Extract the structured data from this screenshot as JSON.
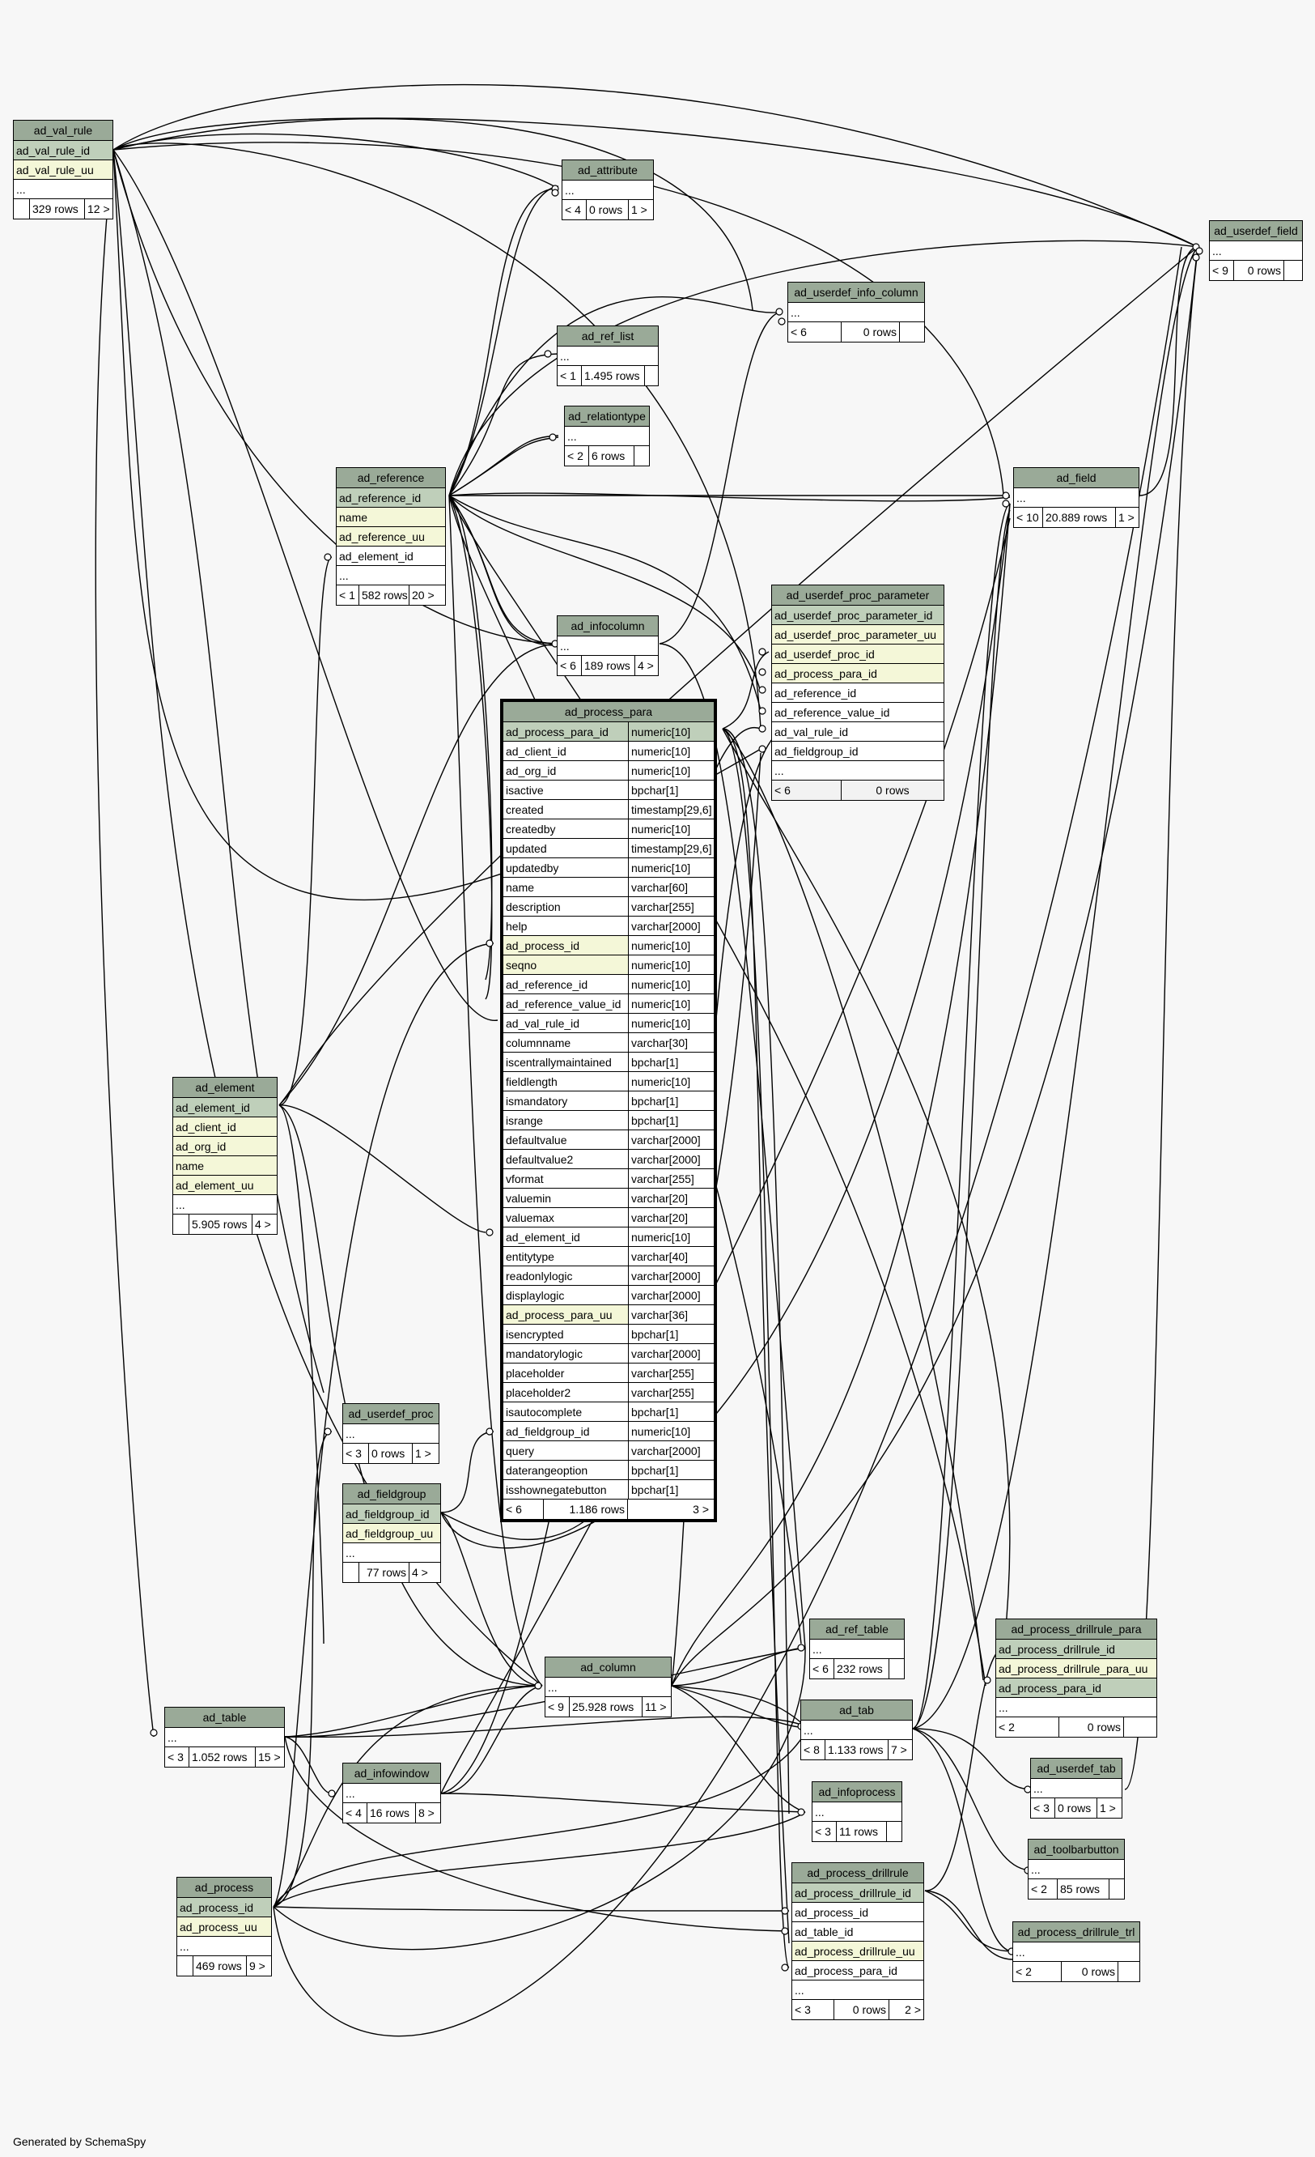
{
  "footer": "Generated by SchemaSpy",
  "colors": {
    "header": "#9aaa98",
    "primary_key": "#bfcfba",
    "indexed": "#f4f7d8",
    "background": "#f7f7f7"
  },
  "tables": {
    "ad_val_rule": {
      "name": "ad_val_rule",
      "pk": "ad_val_rule_id",
      "cols": [
        "ad_val_rule_uu"
      ],
      "more": "...",
      "foot": [
        "",
        "329 rows",
        "12 >"
      ]
    },
    "ad_attribute": {
      "name": "ad_attribute",
      "more": "...",
      "foot": [
        "< 4",
        "0 rows",
        "1 >"
      ]
    },
    "ad_userdef_field": {
      "name": "ad_userdef_field",
      "more": "...",
      "foot": [
        "< 9",
        "0 rows",
        ""
      ]
    },
    "ad_userdef_info_column": {
      "name": "ad_userdef_info_column",
      "more": "...",
      "foot": [
        "< 6",
        "0 rows",
        ""
      ]
    },
    "ad_ref_list": {
      "name": "ad_ref_list",
      "more": "...",
      "foot": [
        "< 1",
        "1.495 rows",
        ""
      ]
    },
    "ad_relationtype": {
      "name": "ad_relationtype",
      "more": "...",
      "foot": [
        "< 2",
        "6 rows",
        ""
      ]
    },
    "ad_reference": {
      "name": "ad_reference",
      "pk": "ad_reference_id",
      "cols": [
        "name",
        "ad_reference_uu",
        "ad_element_id"
      ],
      "more": "...",
      "foot": [
        "< 1",
        "582 rows",
        "20 >"
      ]
    },
    "ad_field": {
      "name": "ad_field",
      "more": "...",
      "foot": [
        "< 10",
        "20.889 rows",
        "1 >"
      ]
    },
    "ad_userdef_proc_parameter": {
      "name": "ad_userdef_proc_parameter",
      "pk": "ad_userdef_proc_parameter_id",
      "cols": [
        "ad_userdef_proc_parameter_uu",
        "ad_userdef_proc_id",
        "ad_process_para_id",
        "ad_reference_id",
        "ad_reference_value_id",
        "ad_val_rule_id",
        "ad_fieldgroup_id"
      ],
      "more": "...",
      "foot": [
        "< 6",
        "0 rows"
      ]
    },
    "ad_infocolumn": {
      "name": "ad_infocolumn",
      "more": "...",
      "foot": [
        "< 6",
        "189 rows",
        "4 >"
      ]
    },
    "ad_process_para": {
      "name": "ad_process_para",
      "columns": [
        [
          "ad_process_para_id",
          "numeric[10]"
        ],
        [
          "ad_client_id",
          "numeric[10]"
        ],
        [
          "ad_org_id",
          "numeric[10]"
        ],
        [
          "isactive",
          "bpchar[1]"
        ],
        [
          "created",
          "timestamp[29,6]"
        ],
        [
          "createdby",
          "numeric[10]"
        ],
        [
          "updated",
          "timestamp[29,6]"
        ],
        [
          "updatedby",
          "numeric[10]"
        ],
        [
          "name",
          "varchar[60]"
        ],
        [
          "description",
          "varchar[255]"
        ],
        [
          "help",
          "varchar[2000]"
        ],
        [
          "ad_process_id",
          "numeric[10]"
        ],
        [
          "seqno",
          "numeric[10]"
        ],
        [
          "ad_reference_id",
          "numeric[10]"
        ],
        [
          "ad_reference_value_id",
          "numeric[10]"
        ],
        [
          "ad_val_rule_id",
          "numeric[10]"
        ],
        [
          "columnname",
          "varchar[30]"
        ],
        [
          "iscentrallymaintained",
          "bpchar[1]"
        ],
        [
          "fieldlength",
          "numeric[10]"
        ],
        [
          "ismandatory",
          "bpchar[1]"
        ],
        [
          "isrange",
          "bpchar[1]"
        ],
        [
          "defaultvalue",
          "varchar[2000]"
        ],
        [
          "defaultvalue2",
          "varchar[2000]"
        ],
        [
          "vformat",
          "varchar[255]"
        ],
        [
          "valuemin",
          "varchar[20]"
        ],
        [
          "valuemax",
          "varchar[20]"
        ],
        [
          "ad_element_id",
          "numeric[10]"
        ],
        [
          "entitytype",
          "varchar[40]"
        ],
        [
          "readonlylogic",
          "varchar[2000]"
        ],
        [
          "displaylogic",
          "varchar[2000]"
        ],
        [
          "ad_process_para_uu",
          "varchar[36]"
        ],
        [
          "isencrypted",
          "bpchar[1]"
        ],
        [
          "mandatorylogic",
          "varchar[2000]"
        ],
        [
          "placeholder",
          "varchar[255]"
        ],
        [
          "placeholder2",
          "varchar[255]"
        ],
        [
          "isautocomplete",
          "bpchar[1]"
        ],
        [
          "ad_fieldgroup_id",
          "numeric[10]"
        ],
        [
          "query",
          "varchar[2000]"
        ],
        [
          "daterangeoption",
          "bpchar[1]"
        ],
        [
          "isshownegatebutton",
          "bpchar[1]"
        ]
      ],
      "foot": [
        "< 6",
        "1.186 rows",
        "3 >"
      ]
    },
    "ad_element": {
      "name": "ad_element",
      "pk": "ad_element_id",
      "cols": [
        "ad_client_id",
        "ad_org_id",
        "name",
        "ad_element_uu"
      ],
      "more": "...",
      "foot": [
        "",
        "5.905 rows",
        "4 >"
      ]
    },
    "ad_userdef_proc": {
      "name": "ad_userdef_proc",
      "more": "...",
      "foot": [
        "< 3",
        "0 rows",
        "1 >"
      ]
    },
    "ad_fieldgroup": {
      "name": "ad_fieldgroup",
      "pk": "ad_fieldgroup_id",
      "cols": [
        "ad_fieldgroup_uu"
      ],
      "more": "...",
      "foot": [
        "",
        "77 rows",
        "4 >"
      ]
    },
    "ad_ref_table": {
      "name": "ad_ref_table",
      "more": "...",
      "foot": [
        "< 6",
        "232 rows",
        ""
      ]
    },
    "ad_column": {
      "name": "ad_column",
      "more": "...",
      "foot": [
        "< 9",
        "25.928 rows",
        "11 >"
      ]
    },
    "ad_tab": {
      "name": "ad_tab",
      "more": "...",
      "foot": [
        "< 8",
        "1.133 rows",
        "7 >"
      ]
    },
    "ad_table": {
      "name": "ad_table",
      "more": "...",
      "foot": [
        "< 3",
        "1.052 rows",
        "15 >"
      ]
    },
    "ad_infowindow": {
      "name": "ad_infowindow",
      "more": "...",
      "foot": [
        "< 4",
        "16 rows",
        "8 >"
      ]
    },
    "ad_infoprocess": {
      "name": "ad_infoprocess",
      "more": "...",
      "foot": [
        "< 3",
        "11 rows",
        ""
      ]
    },
    "ad_process_drillrule_para": {
      "name": "ad_process_drillrule_para",
      "pk": "ad_process_drillrule_id",
      "cols": [
        "ad_process_drillrule_para_uu",
        "ad_process_para_id"
      ],
      "more": "...",
      "foot": [
        "< 2",
        "0 rows",
        ""
      ]
    },
    "ad_userdef_tab": {
      "name": "ad_userdef_tab",
      "more": "...",
      "foot": [
        "< 3",
        "0 rows",
        "1 >"
      ]
    },
    "ad_toolbarbutton": {
      "name": "ad_toolbarbutton",
      "more": "...",
      "foot": [
        "< 2",
        "85 rows",
        ""
      ]
    },
    "ad_process": {
      "name": "ad_process",
      "pk": "ad_process_id",
      "cols": [
        "ad_process_uu"
      ],
      "more": "...",
      "foot": [
        "",
        "469 rows",
        "9 >"
      ]
    },
    "ad_process_drillrule": {
      "name": "ad_process_drillrule",
      "pk": "ad_process_drillrule_id",
      "cols": [
        "ad_process_id",
        "ad_table_id",
        "ad_process_drillrule_uu",
        "ad_process_para_id"
      ],
      "more": "...",
      "foot": [
        "< 3",
        "0 rows",
        "2 >"
      ]
    },
    "ad_process_drillrule_trl": {
      "name": "ad_process_drillrule_trl",
      "more": "...",
      "foot": [
        "< 2",
        "0 rows",
        ""
      ]
    }
  }
}
